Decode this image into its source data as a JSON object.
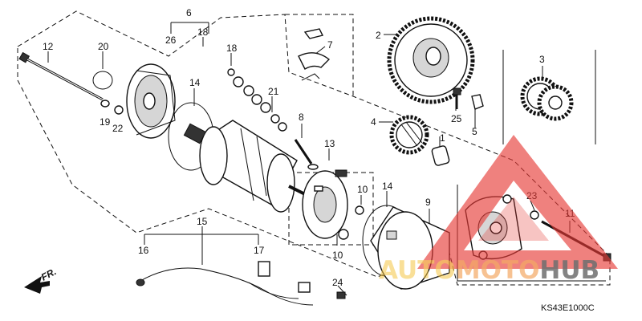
{
  "diagram": {
    "part_code": "KS43E1000C",
    "front_indicator": "FR.",
    "callouts": [
      "1",
      "2",
      "3",
      "4",
      "5",
      "6",
      "7",
      "8",
      "9",
      "10",
      "10",
      "11",
      "12",
      "13",
      "14",
      "14",
      "15",
      "16",
      "17",
      "18",
      "18",
      "19",
      "20",
      "21",
      "22",
      "23",
      "24",
      "25",
      "26"
    ]
  },
  "watermark": {
    "text_auto": "AUTO",
    "text_moto": "MOTO",
    "text_hub": "HUB",
    "colors": {
      "triangle": "#e53935",
      "auto": "#f5c542",
      "moto": "#f29a4a",
      "hub": "#555555"
    }
  }
}
